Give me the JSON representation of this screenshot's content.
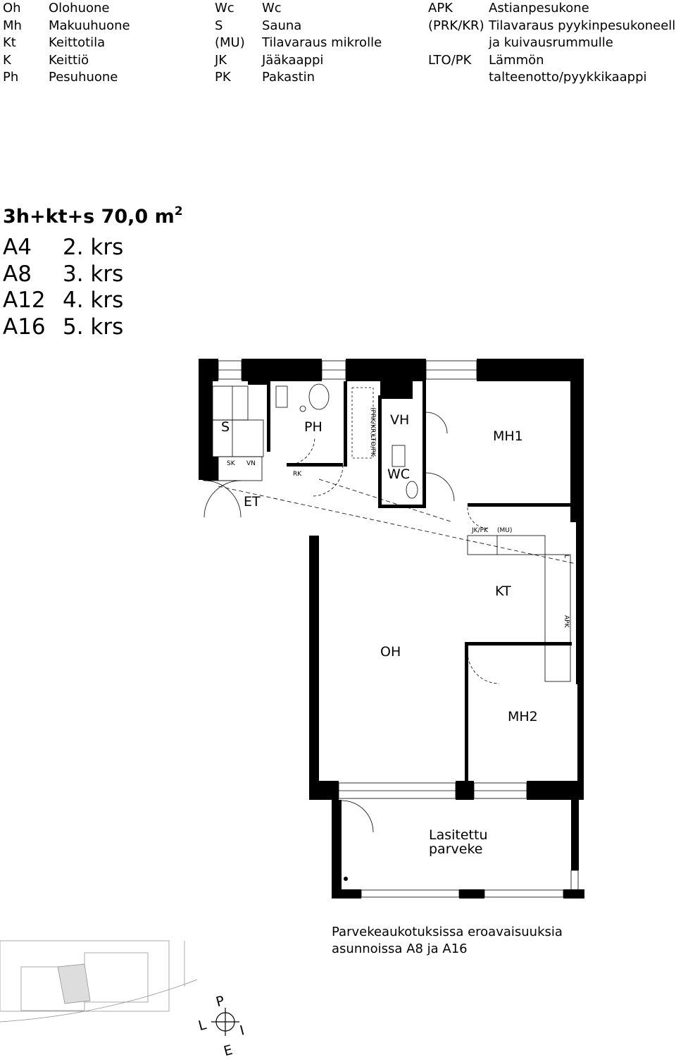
{
  "legend": {
    "col1": [
      {
        "code": "Oh",
        "name": "Olohuone"
      },
      {
        "code": "Mh",
        "name": "Makuuhuone"
      },
      {
        "code": "Kt",
        "name": "Keittotila"
      },
      {
        "code": "K",
        "name": "Keittiö"
      },
      {
        "code": "Ph",
        "name": "Pesuhuone"
      }
    ],
    "col2": [
      {
        "code": "Wc",
        "name": "Wc"
      },
      {
        "code": "S",
        "name": "Sauna"
      },
      {
        "code": "(MU)",
        "name": "Tilavaraus mikrolle"
      },
      {
        "code": "JK",
        "name": "Jääkaappi"
      },
      {
        "code": "PK",
        "name": "Pakastin"
      }
    ],
    "col3": [
      {
        "code": "APK",
        "name": "Astianpesukone"
      },
      {
        "code": "(PRK/KR)",
        "name": "Tilavaraus pyykinpesukoneelle"
      },
      {
        "code": "",
        "name": "ja kuivausrummulle"
      },
      {
        "code": "LTO/PK",
        "name": "Lämmön"
      },
      {
        "code": "",
        "name": "talteenotto/pyykkikaappi"
      }
    ]
  },
  "apartment": {
    "type": "3h+kt+s 70,0 m",
    "area_sup": "2",
    "units": [
      {
        "code": "A4",
        "floor": "2. krs"
      },
      {
        "code": "A8",
        "floor": "3. krs"
      },
      {
        "code": "A12",
        "floor": "4. krs"
      },
      {
        "code": "A16",
        "floor": "5. krs"
      }
    ]
  },
  "rooms": {
    "s": "S",
    "ph": "PH",
    "vh": "VH",
    "mh1": "MH1",
    "wc": "WC",
    "et": "ET",
    "kt": "KT",
    "oh": "OH",
    "mh2": "MH2",
    "balcony_1": "Lasitettu",
    "balcony_2": "parveke"
  },
  "fixtures": {
    "sk": "SK",
    "vn": "VN",
    "rk": "RK",
    "prk_kr": "(PRK/KR)",
    "lto_pk": "LTO/PK",
    "jk_pk": "JK/PK",
    "mu": "(MU)",
    "l": "L",
    "apk": "APK"
  },
  "note": [
    "Parvekeaukotuksissa eroavaisuuksia",
    "asunnoissa A8 ja A16"
  ],
  "compass": {
    "n": "P",
    "e": "I",
    "s": "E",
    "w": "L"
  }
}
